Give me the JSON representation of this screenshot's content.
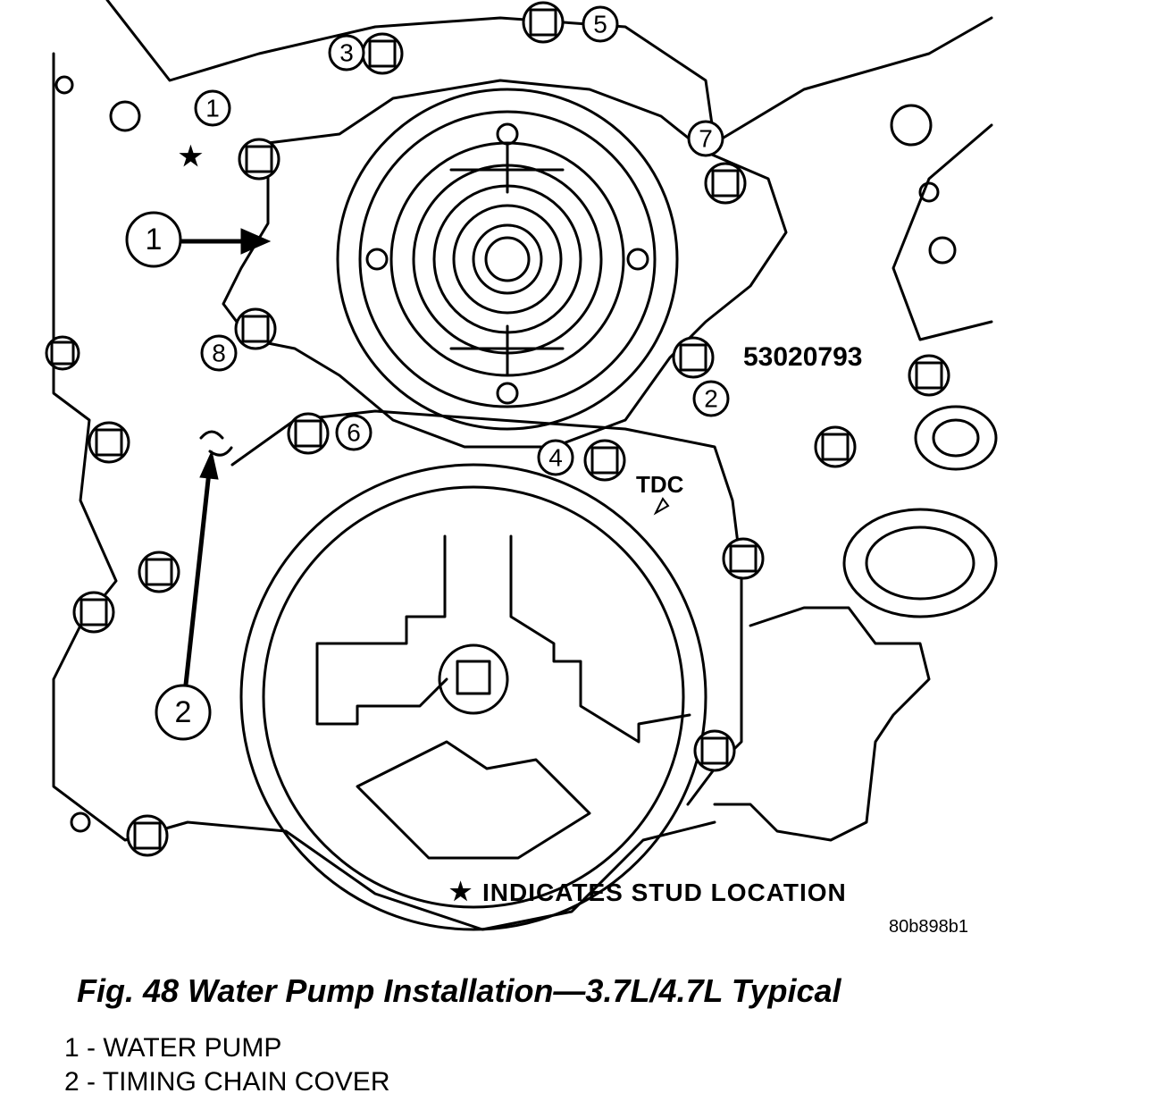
{
  "callouts": {
    "water_pump_mark": "1",
    "water_pump_arrow": "1",
    "timing_cover_arrow": "2",
    "bolt_2": "2",
    "bolt_3": "3",
    "bolt_4": "4",
    "bolt_5": "5",
    "bolt_6": "6",
    "bolt_7": "7",
    "bolt_8": "8"
  },
  "labels": {
    "part_number": "53020793",
    "tdc": "TDC",
    "stud_note": "INDICATES STUD LOCATION",
    "image_code": "80b898b1"
  },
  "caption": "Fig. 48 Water Pump Installation—3.7L/4.7L Typical",
  "legend": [
    "1 - WATER PUMP",
    "2 - TIMING CHAIN COVER"
  ]
}
